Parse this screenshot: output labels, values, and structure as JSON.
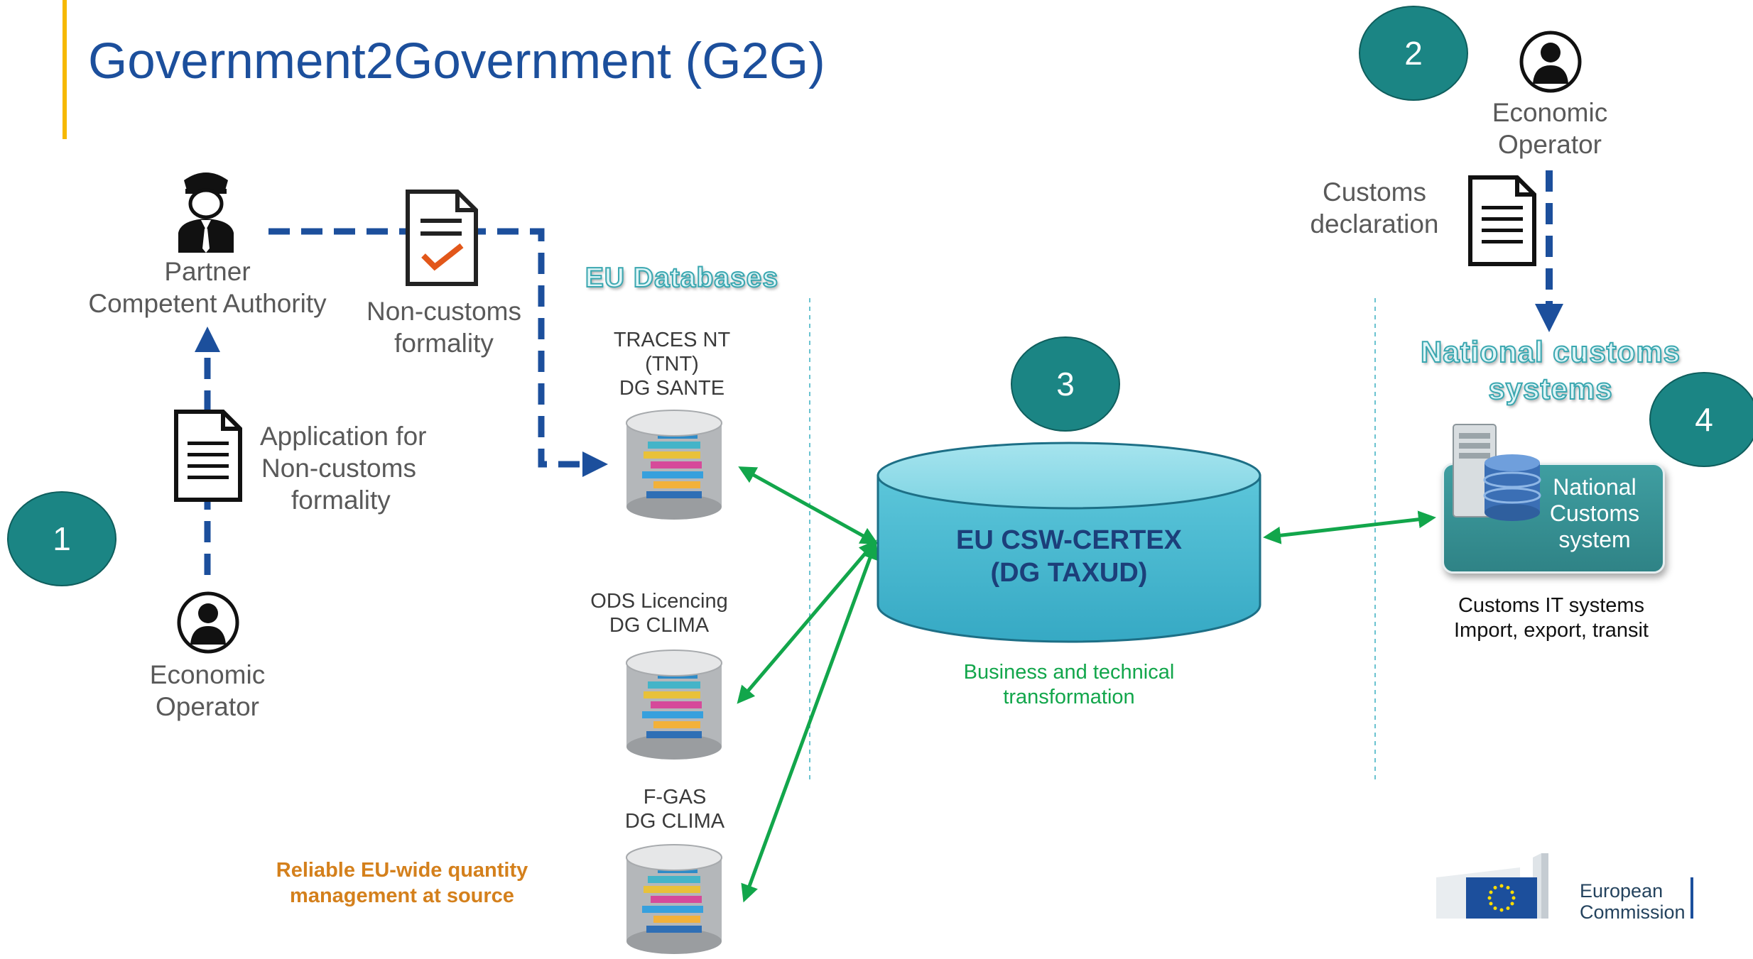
{
  "title": "Government2Government (G2G)",
  "circles": {
    "one": "1",
    "two": "2",
    "three": "3",
    "four": "4"
  },
  "partner_authority": {
    "line1": "Partner",
    "line2": "Competent Authority"
  },
  "non_customs_formality": {
    "line1": "Non-customs",
    "line2": "formality"
  },
  "application": {
    "line1": "Application for",
    "line2": "Non-customs",
    "line3": "formality"
  },
  "economic_operator_left": {
    "line1": "Economic",
    "line2": "Operator"
  },
  "economic_operator_right": {
    "line1": "Economic",
    "line2": "Operator"
  },
  "customs_declaration": {
    "line1": "Customs",
    "line2": "declaration"
  },
  "eu_databases": "EU Databases",
  "databases": [
    {
      "line1": "TRACES NT",
      "line2": "(TNT)",
      "line3": "DG SANTE"
    },
    {
      "line1": "ODS Licencing",
      "line2": "DG CLIMA"
    },
    {
      "line1": "F-GAS",
      "line2": "DG CLIMA"
    }
  ],
  "central": {
    "line1": "EU CSW-CERTEX",
    "line2": "(DG TAXUD)"
  },
  "transformation": {
    "line1": "Business and technical",
    "line2": "transformation"
  },
  "national_customs_title": {
    "line1": "National customs",
    "line2": "systems"
  },
  "national_box": {
    "line1": "National",
    "line2": "Customs",
    "line3": "system"
  },
  "customs_it": {
    "line1": "Customs IT systems",
    "line2": "Import, export, transit"
  },
  "quantity_management": {
    "line1": "Reliable EU-wide quantity",
    "line2": "management at source"
  },
  "logo": {
    "line1": "European",
    "line2": "Commission"
  },
  "colors": {
    "title": "#1c4f9c",
    "accent": "#f6b900",
    "teal": "#1b8584",
    "dashed_arrow": "#1c4f9c",
    "green_arrow": "#12a64b",
    "orange": "#d4801c"
  }
}
